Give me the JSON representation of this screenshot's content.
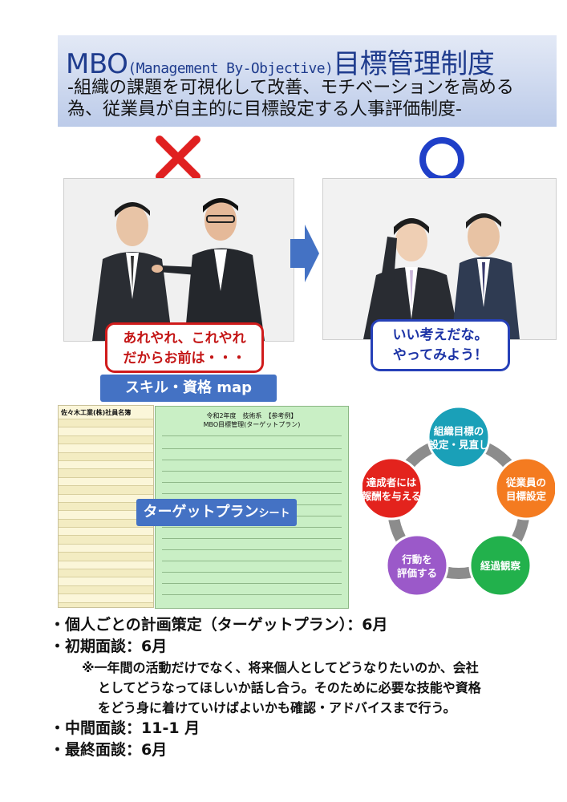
{
  "title": {
    "mbo": "MBO",
    "english": "(Management By-Objective)",
    "japanese": "目標管理制度"
  },
  "subtitle": "-組織の課題を可視化して改善、モチベーションを高める為、従業員が自主的に目標設定する人事評価制度-",
  "bubbles": {
    "bad_line1": "あれやれ、これやれ",
    "bad_line2": "だからお前は・・・",
    "good_line1": "いい考えだな。",
    "good_line2": "やってみよう！"
  },
  "skill_tab": "スキル・資格 map",
  "sheet": {
    "title": "佐々木工業(株)社員名簿"
  },
  "plan": {
    "header": "令和2年度　技術系　【参考例】",
    "subheader": "MBO目標管理(ターゲットプラン)",
    "label_main": "ターゲットプラン",
    "label_sub": "シート"
  },
  "cycle": {
    "steps": [
      {
        "line1": "組織目標の",
        "line2": "設定・見直し",
        "color": "#1aa0b8"
      },
      {
        "line1": "従業員の",
        "line2": "目標設定",
        "color": "#f47b20"
      },
      {
        "line1": "経過観察",
        "line2": "",
        "color": "#22b14c"
      },
      {
        "line1": "行動を",
        "line2": "評価する",
        "color": "#9b59c9"
      },
      {
        "line1": "達成者には",
        "line2": "報酬を与える",
        "color": "#e3231d"
      }
    ]
  },
  "bullets": [
    "・個人ごとの計画策定（ターゲットプラン）：6月",
    "・初期面談：6月",
    "・中間面談：11-1 月",
    "・最終面談：6月"
  ],
  "note": {
    "line1": "※一年間の活動だけでなく、将来個人としてどうなりたいのか、会社",
    "line2": "としてどうなってほしいか話し合う。そのために必要な技能や資格",
    "line3": "をどう身に着けていけばよいかも確認・アドバイスまで行う。"
  },
  "colors": {
    "accent_blue": "#4472c4",
    "title_blue": "#1f3c8e",
    "mark_red": "#e02020",
    "mark_blue": "#1f3fc8",
    "plan_green": "#c9efc5",
    "sheet_yellow": "#fbf6d9"
  },
  "icons": {
    "x_mark": "red-cross-icon",
    "o_mark": "blue-circle-icon",
    "arrow": "right-arrow-icon"
  }
}
